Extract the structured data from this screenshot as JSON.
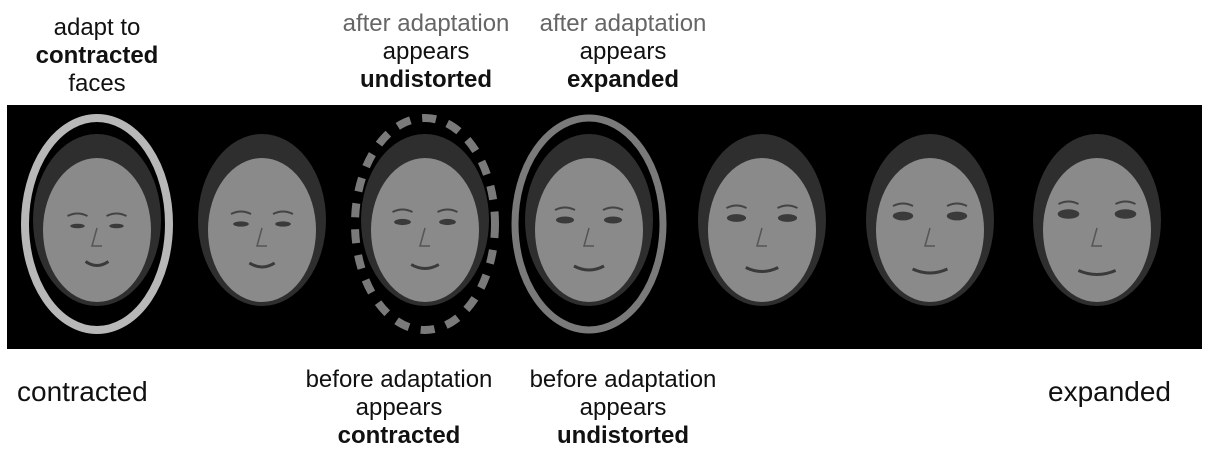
{
  "top_labels": {
    "adapt": {
      "l1": "adapt to",
      "l2": "contracted",
      "l3": "faces"
    },
    "after1": {
      "l1": "after adaptation",
      "l2": "appears",
      "l3": "undistorted"
    },
    "after2": {
      "l1": "after adaptation",
      "l2": "appears",
      "l3": "expanded"
    }
  },
  "bottom_labels": {
    "left_end": "contracted",
    "right_end": "expanded",
    "before1": {
      "l1": "before adaptation",
      "l2": "appears",
      "l3": "contracted"
    },
    "before2": {
      "l1": "before adaptation",
      "l2": "appears",
      "l3": "undistorted"
    }
  },
  "faces": [
    {
      "distortion": -3
    },
    {
      "distortion": -2
    },
    {
      "distortion": -1
    },
    {
      "distortion": 0
    },
    {
      "distortion": 1
    },
    {
      "distortion": 2
    },
    {
      "distortion": 3
    }
  ],
  "colors": {
    "strip": "#000000",
    "adapt_ring": "#b8b8b8",
    "test_ring": "#7a7a7a",
    "face": "#8a8a8a",
    "hair": "#2e2e2e"
  }
}
